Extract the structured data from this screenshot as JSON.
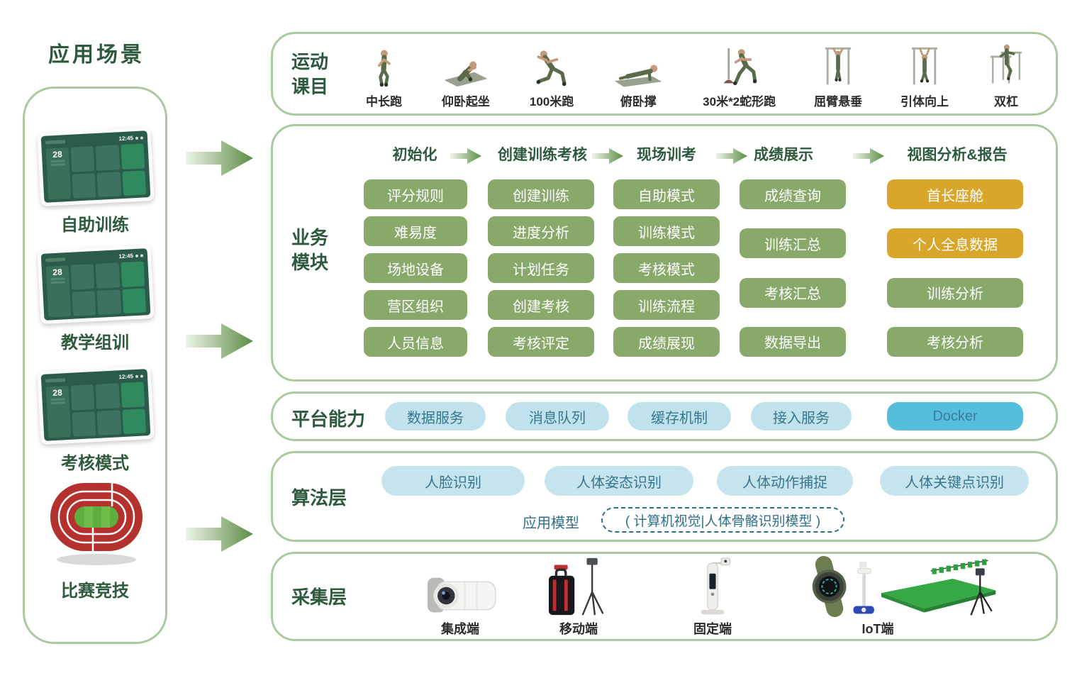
{
  "colors": {
    "section_border": "#abc9a1",
    "dark_green_text": "#2d5a3c",
    "module_button_green": "#89a96b",
    "highlight_orange": "#d9a62b",
    "pill_blue": "#bfe2ec",
    "pill_text_teal": "#38768e",
    "docker_blue": "#56bedd",
    "arrow_gradient_green": "#5c8c45"
  },
  "scenarios": {
    "title": "应用场景",
    "items": [
      {
        "label": "自助训练"
      },
      {
        "label": "教学组训"
      },
      {
        "label": "考核模式"
      },
      {
        "label": "比赛竞技"
      }
    ],
    "tablet": {
      "time": "12:45",
      "badge": "28"
    }
  },
  "sports": {
    "title": "运动课目",
    "items": [
      {
        "label": "中长跑",
        "icon": "jog-icon"
      },
      {
        "label": "仰卧起坐",
        "icon": "situp-icon"
      },
      {
        "label": "100米跑",
        "icon": "sprint-icon"
      },
      {
        "label": "俯卧撑",
        "icon": "pushup-icon"
      },
      {
        "label": "30米*2蛇形跑",
        "icon": "snake-run-icon"
      },
      {
        "label": "屈臂悬垂",
        "icon": "flexed-arm-hang-icon"
      },
      {
        "label": "引体向上",
        "icon": "pullup-icon"
      },
      {
        "label": "双杠",
        "icon": "parallel-bars-icon"
      }
    ]
  },
  "business": {
    "title": "业务模块",
    "flow": [
      "初始化",
      "创建训练考核",
      "现场训考",
      "成绩展示",
      "视图分析&报告"
    ],
    "columns": [
      {
        "buttons": [
          {
            "label": "评分规则"
          },
          {
            "label": "难易度"
          },
          {
            "label": "场地设备"
          },
          {
            "label": "营区组织"
          },
          {
            "label": "人员信息"
          }
        ]
      },
      {
        "buttons": [
          {
            "label": "创建训练"
          },
          {
            "label": "进度分析"
          },
          {
            "label": "计划任务"
          },
          {
            "label": "创建考核"
          },
          {
            "label": "考核评定"
          }
        ]
      },
      {
        "buttons": [
          {
            "label": "自助模式"
          },
          {
            "label": "训练模式"
          },
          {
            "label": "考核模式"
          },
          {
            "label": "训练流程"
          },
          {
            "label": "成绩展现"
          }
        ]
      },
      {
        "buttons": [
          {
            "label": "成绩查询"
          },
          {
            "label": "训练汇总"
          },
          {
            "label": "考核汇总"
          },
          {
            "label": "数据导出"
          }
        ]
      },
      {
        "buttons": [
          {
            "label": "首长座舱",
            "highlight": true
          },
          {
            "label": "个人全息数据",
            "highlight": true
          },
          {
            "label": "训练分析"
          },
          {
            "label": "考核分析"
          }
        ]
      }
    ]
  },
  "platform": {
    "title": "平台能力",
    "pills": [
      "数据服务",
      "消息队列",
      "缓存机制",
      "接入服务"
    ],
    "docker": "Docker"
  },
  "algorithm": {
    "title": "算法层",
    "pills": [
      "人脸识别",
      "人体姿态识别",
      "人体动作捕捉",
      "人体关键点识别"
    ],
    "model_label": "应用模型",
    "model_value": "( 计算机视觉|人体骨骼识别模型 )"
  },
  "collection": {
    "title": "采集层",
    "items": [
      {
        "label": "集成端",
        "icon": "camera-icon"
      },
      {
        "label": "移动端",
        "icon": "mobile-kit-icon"
      },
      {
        "label": "固定端",
        "icon": "kiosk-icon"
      },
      {
        "label": "IoT端",
        "icon": "iot-devices-icon"
      }
    ]
  }
}
